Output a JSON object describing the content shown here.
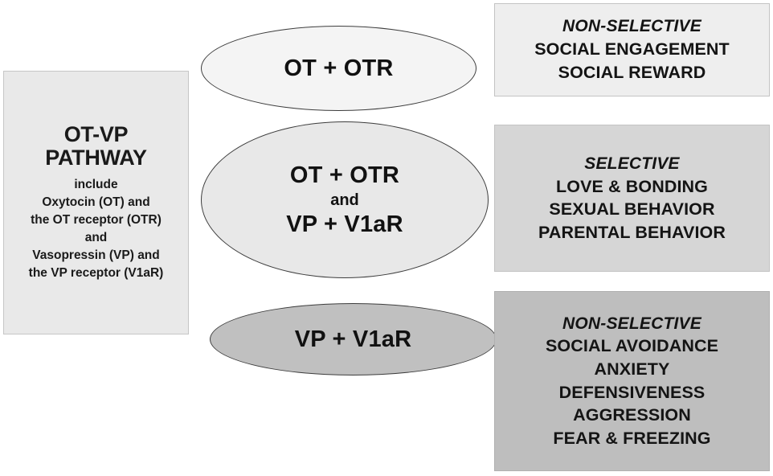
{
  "diagram": {
    "pathway_panel": {
      "title_line1": "OT-VP",
      "title_line2": "PATHWAY",
      "detail_lines": [
        "include",
        "Oxytocin (OT) and",
        "the OT receptor (OTR)",
        "and",
        "Vasopressin (VP) and",
        "the VP receptor (V1aR)"
      ],
      "fill_color": "#e9e9e9",
      "border_color": "#c6c6c6"
    },
    "nodes": [
      {
        "id": "ot-otr",
        "lines": [
          "OT  +  OTR"
        ],
        "connector": "",
        "fill_color": "#f4f4f4",
        "border_color": "#3d3d3d"
      },
      {
        "id": "ot-otr-and-vp-v1ar",
        "lines": [
          "OT  +  OTR",
          "VP  +  V1aR"
        ],
        "connector": "and",
        "fill_color": "#e8e8e8",
        "border_color": "#3d3d3d"
      },
      {
        "id": "vp-v1ar",
        "lines": [
          "VP  +  V1aR"
        ],
        "connector": "",
        "fill_color": "#c0c0c0",
        "border_color": "#3d3d3d"
      }
    ],
    "outcomes": [
      {
        "id": "non-selective-social",
        "heading": "NON-SELECTIVE",
        "items": [
          "SOCIAL ENGAGEMENT",
          "SOCIAL REWARD"
        ],
        "fill_color": "#eeeeee",
        "border_color": "#c3c3c3"
      },
      {
        "id": "selective-bonding",
        "heading": "SELECTIVE",
        "items": [
          "LOVE & BONDING",
          "SEXUAL BEHAVIOR",
          "PARENTAL BEHAVIOR"
        ],
        "fill_color": "#d6d6d6",
        "border_color": "#c3c3c3"
      },
      {
        "id": "non-selective-avoidance",
        "heading": "NON-SELECTIVE",
        "items": [
          "SOCIAL AVOIDANCE",
          "ANXIETY",
          "DEFENSIVENESS",
          "AGGRESSION",
          "FEAR & FREEZING"
        ],
        "fill_color": "#bebebe",
        "border_color": "#b0b0b0"
      }
    ]
  }
}
